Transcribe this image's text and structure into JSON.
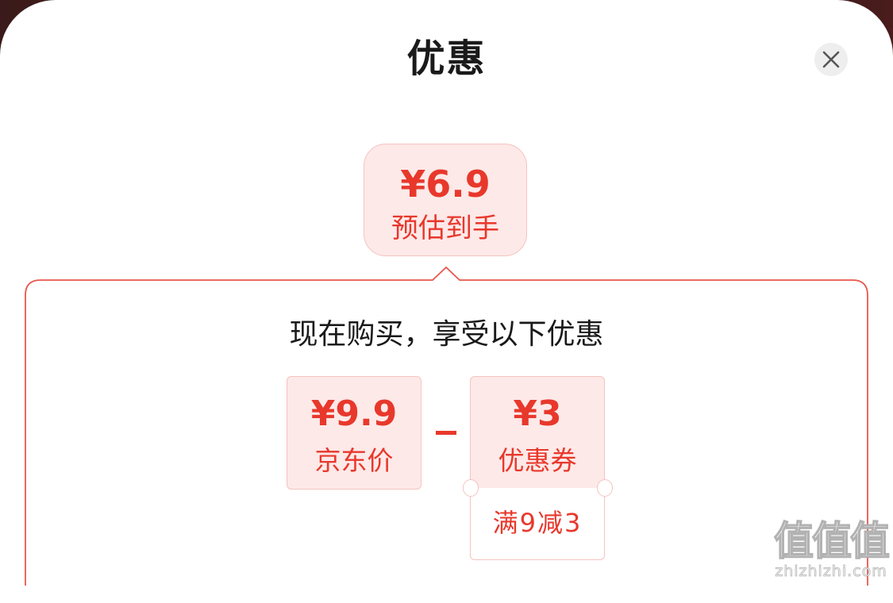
{
  "sheet": {
    "title": "优惠"
  },
  "estimate": {
    "price": "¥6.9",
    "label": "预估到手"
  },
  "breakdown": {
    "subtitle": "现在购买，享受以下优惠",
    "operator": "-",
    "jd_price": {
      "price": "¥9.9",
      "label": "京东价"
    },
    "coupon": {
      "price": "¥3",
      "label": "优惠券",
      "condition": "满9减3"
    }
  },
  "watermark": {
    "chars": "值值值",
    "url": "zhizhizhi.com"
  },
  "colors": {
    "accent": "#e8382c",
    "card_bg": "#fde9e8",
    "card_border": "#f5c3c0",
    "panel_border": "#e8574c",
    "title": "#1a1a1a"
  },
  "icons": {
    "close": "close-icon"
  }
}
